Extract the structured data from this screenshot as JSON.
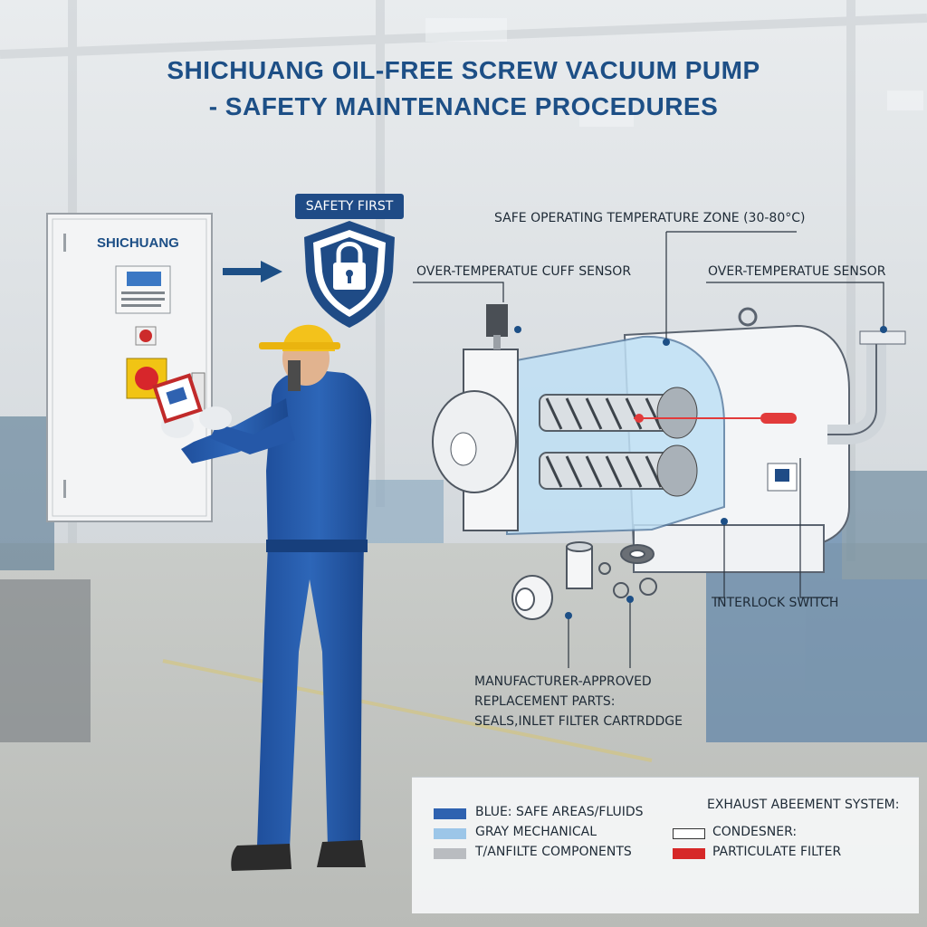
{
  "title": {
    "line1": "SHICHUANG OIL-FREE SCREW VACUUM PUMP",
    "line2": "- SAFETY MAINTENANCE PROCEDURES"
  },
  "badge": {
    "label": "SAFETY FIRST",
    "icon": "padlock-shield-icon"
  },
  "control_panel": {
    "brand": "SHICHUANG"
  },
  "callouts": {
    "temp_zone": "SAFE OPERATING TEMPERATURE ZONE (30-80°C)",
    "cuff_sensor": "OVER-TEMPERATUE CUFF SENSOR",
    "temp_sensor": "OVER-TEMPERATUE SENSOR",
    "interlock": "INTERLOCK SWITCH",
    "parts_line1": "MANUFACTURER-APPROVED",
    "parts_line2": "REPLACEMENT PARTS:",
    "parts_line3": "SEALS,INLET FILTER CARTRDDGE"
  },
  "legend": {
    "left": [
      {
        "label": "BLUE: SAFE AREAS/FLUIDS",
        "color": "#2f62b0"
      },
      {
        "label": "GRAY  MECHANICAL",
        "color": "#9cc6e8"
      },
      {
        "label": "T/ANFILTE COMPONENTS",
        "color": "#b9bcc0"
      }
    ],
    "right_title": "EXHAUST ABEEMENT SYSTEM:",
    "right": [
      {
        "label": "CONDESNER:",
        "color": "#ffffff"
      },
      {
        "label": "PARTICULATE FILTER",
        "color": "#d62828"
      }
    ]
  },
  "colors": {
    "brand_blue": "#1d4f86",
    "safe_blue": "#2f62b0",
    "alert_red": "#d62828"
  }
}
